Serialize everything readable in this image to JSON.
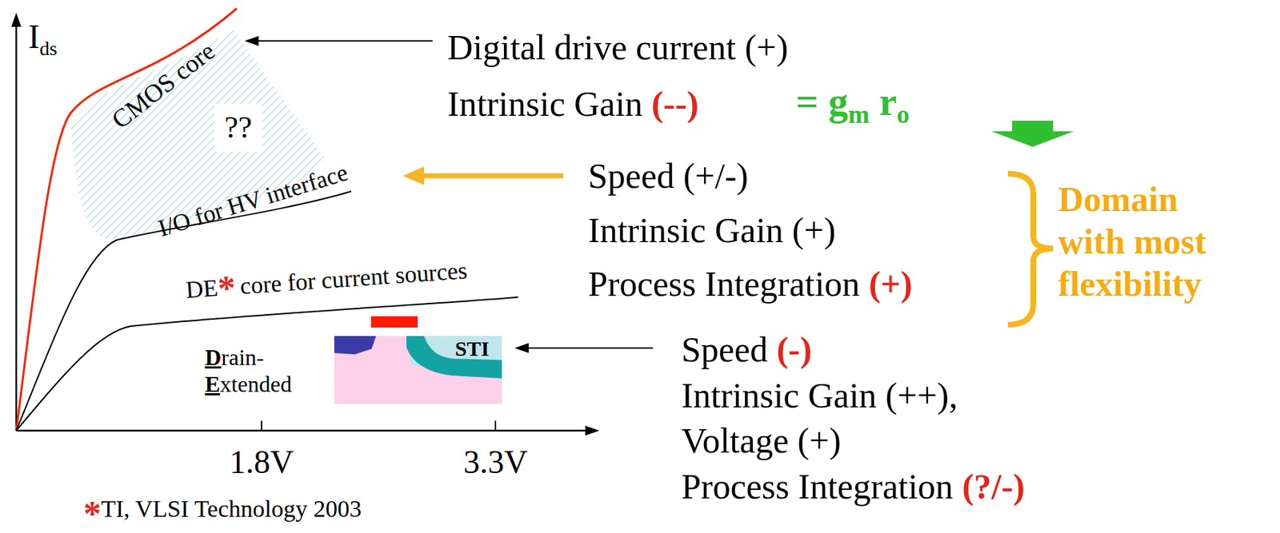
{
  "diagram": {
    "labels": [
      "I",
      "ds",
      "CMOS core",
      "??",
      "I/O for HV interface",
      "DE",
      "*",
      "core for current sources",
      "D",
      "rain-",
      "E",
      "xtended",
      "STI",
      "1.8V",
      "3.3V",
      "*",
      "TI, VLSI Technology 2003",
      "Digital drive current (+)",
      "Intrinsic Gain",
      "(--)",
      "= g",
      "m",
      "r",
      "o",
      "Speed (+/-)",
      "Intrinsic Gain (+)",
      "Process Integration",
      "(+)",
      "Domain with most flexibility",
      "Speed",
      "(-)",
      "Intrinsic Gain (++),",
      "Voltage (+)",
      "Process Integration",
      "(?/-)"
    ]
  }
}
